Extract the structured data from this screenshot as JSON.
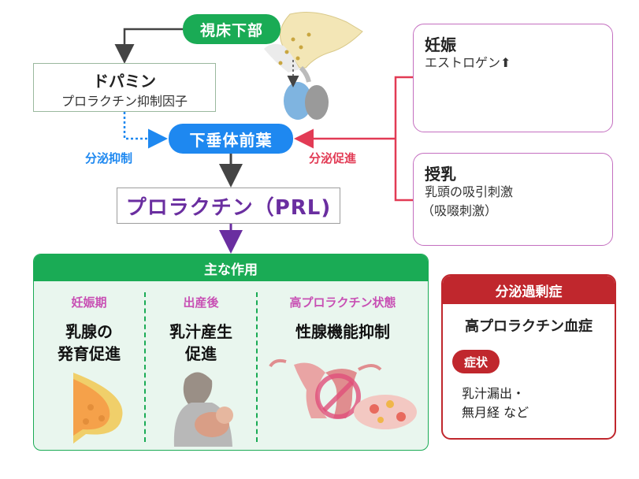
{
  "hypothalamus": {
    "label": "視床下部"
  },
  "dopamine": {
    "title": "ドパミン",
    "subtitle": "プロラクチン抑制因子"
  },
  "pituitary": {
    "label": "下垂体前葉"
  },
  "inhibition_label": "分泌抑制",
  "promotion_label": "分泌促進",
  "prolactin": {
    "label": "プロラクチン（PRL)"
  },
  "pregnancy": {
    "title": "妊娠",
    "text": "エストロゲン⬆"
  },
  "lactation": {
    "title": "授乳",
    "text_line1": "乳頭の吸引刺激",
    "text_line2": "（吸啜刺激）"
  },
  "effects": {
    "header": "主な作用",
    "columns": [
      {
        "title": "妊娠期",
        "line1": "乳腺の",
        "line2": "発育促進"
      },
      {
        "title": "出産後",
        "line1": "乳汁産生",
        "line2": "促進"
      },
      {
        "title": "高プロラクチン状態",
        "line1": "性腺機能抑制",
        "line2": ""
      }
    ]
  },
  "excess": {
    "header": "分泌過剰症",
    "title": "高プロラクチン血症",
    "symptom_label": "症状",
    "symptom_line1": "乳汁漏出・",
    "symptom_line2": "無月経 など"
  },
  "colors": {
    "green": "#1aab55",
    "blue": "#1e88f0",
    "red": "#e23b55",
    "purple": "#6a2ea0",
    "pink": "#c850b4",
    "dark_red": "#c0272d"
  }
}
